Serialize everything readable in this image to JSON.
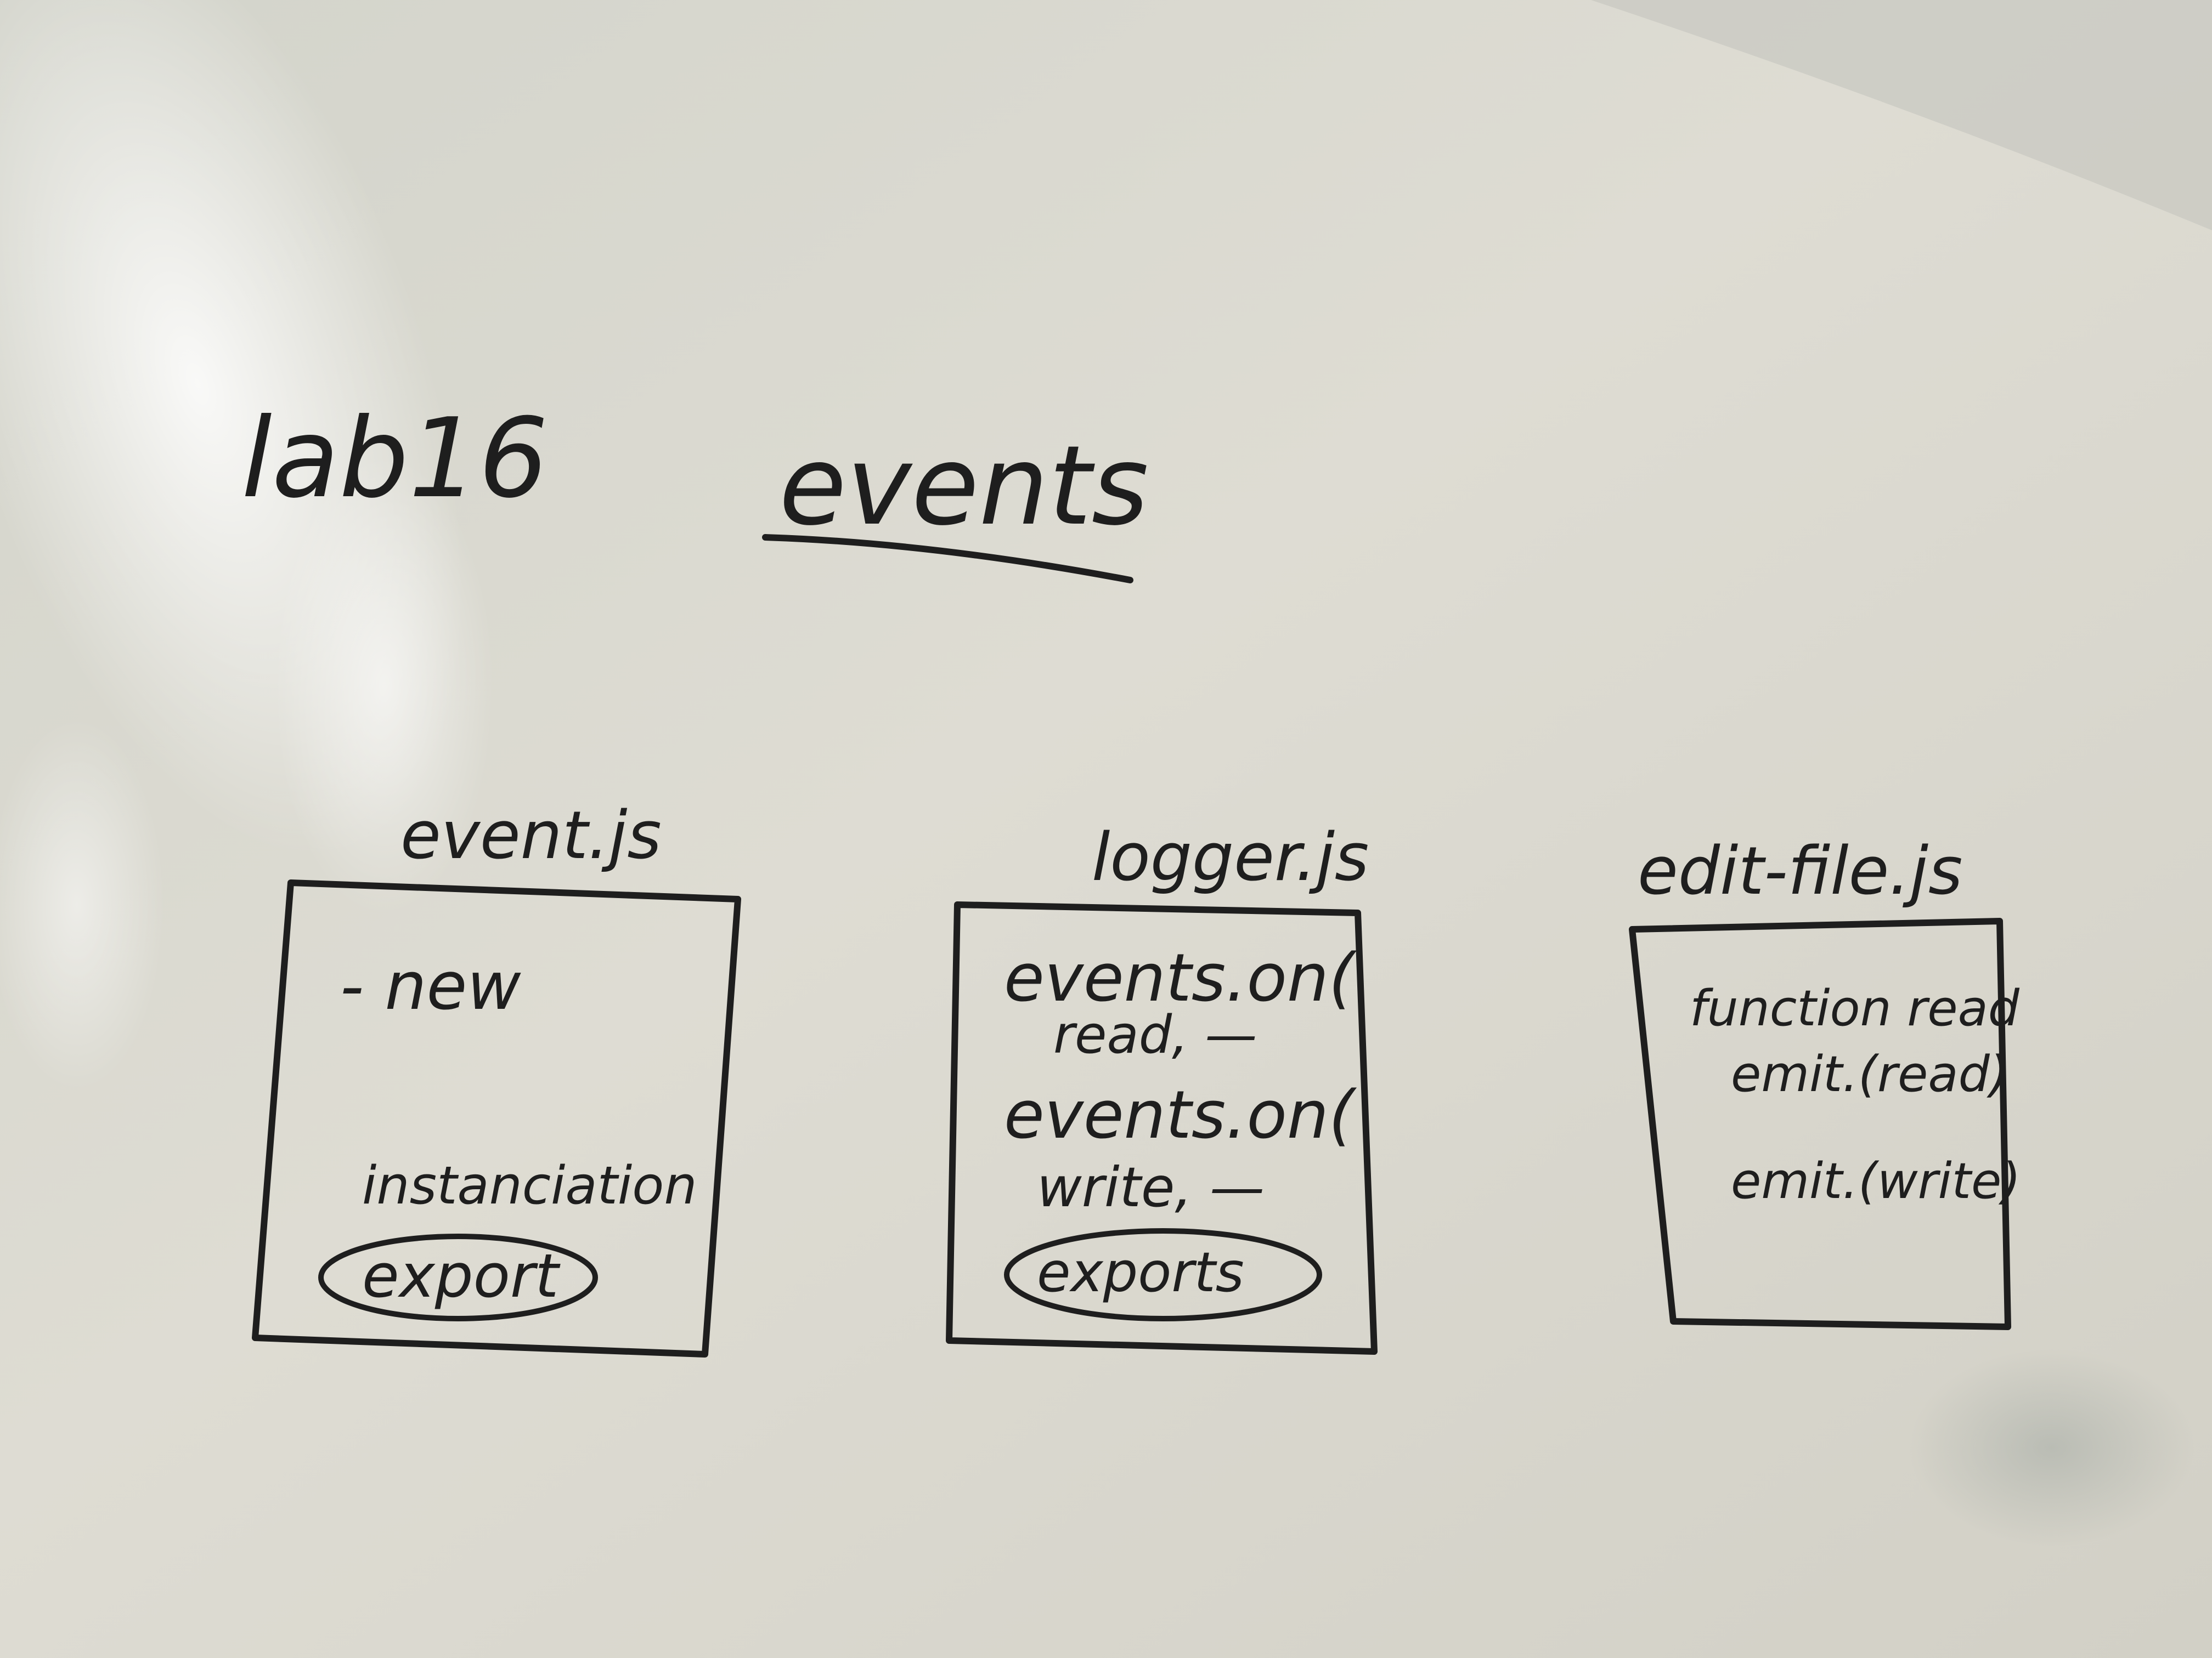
{
  "heading": {
    "lab_label": "lab16",
    "topic": "events"
  },
  "boxes": [
    {
      "filename": "event.js",
      "lines": [
        "- new",
        "instanciation",
        "export"
      ]
    },
    {
      "filename": "logger.js",
      "lines": [
        "events.on(",
        "read, —",
        "events.on(",
        "write, —",
        "exports"
      ]
    },
    {
      "filename": "edit-file.js",
      "lines": [
        "function read",
        "emit.(read)",
        "emit.(write)"
      ]
    }
  ],
  "colors": {
    "board": "#dad9d0",
    "ink": "#1e1e1e"
  }
}
